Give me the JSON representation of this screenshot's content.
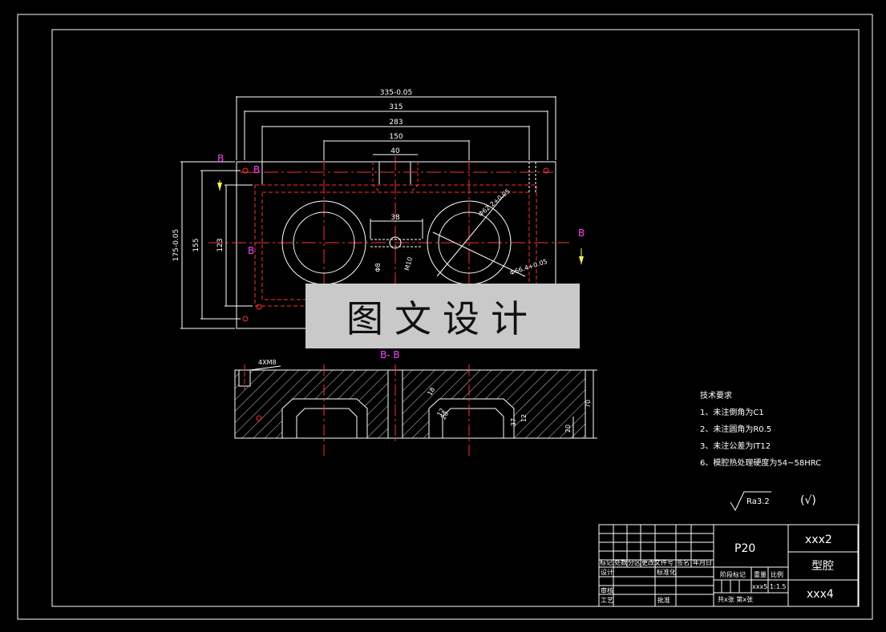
{
  "colors": {
    "background": "#000000",
    "line": "#ffffff",
    "hidden": "#ff3030",
    "label": "#ff40ff",
    "watermark_bg": "#c9c9c9"
  },
  "plan_view": {
    "dims_h": [
      "335-0.05",
      "315",
      "283",
      "150",
      "40",
      "38"
    ],
    "dims_v": [
      "175-0.05",
      "155",
      "123"
    ],
    "small_dims": [
      "Φ8",
      "M10",
      "Φ62.2+0.05",
      "Φ66.4+0.05"
    ],
    "section_marks": [
      "B",
      "B",
      "B",
      "B"
    ]
  },
  "section_view": {
    "title": "B- B",
    "thread_note": "4XM8",
    "dims": [
      "70",
      "20",
      "20",
      "18",
      "37",
      "12",
      "12"
    ]
  },
  "watermark": "图文设计",
  "tech_req": {
    "heading": "技术要求",
    "items": [
      "1、未注倒角为C1",
      "2、未注圆角为R0.5",
      "3、未注公差为IT12",
      "6、模腔热处理硬度为54~58HRC"
    ]
  },
  "roughness": {
    "symbol": "Ra3.2",
    "other": "(√)"
  },
  "title_block": {
    "material": "P20",
    "drawing_no": "xxx2",
    "part_name": "型腔",
    "code": "xxx4",
    "row_headers": [
      "标记",
      "处数",
      "分区",
      "更改文件号",
      "签名",
      "年月日"
    ],
    "labels": [
      "设计",
      "标准化",
      "审核",
      "工艺",
      "批准"
    ],
    "stage_headers": [
      "阶段标记",
      "重量",
      "比例"
    ],
    "weight": "xxx5",
    "scale": "1:1.5",
    "sheets": "共x张 第x张"
  }
}
